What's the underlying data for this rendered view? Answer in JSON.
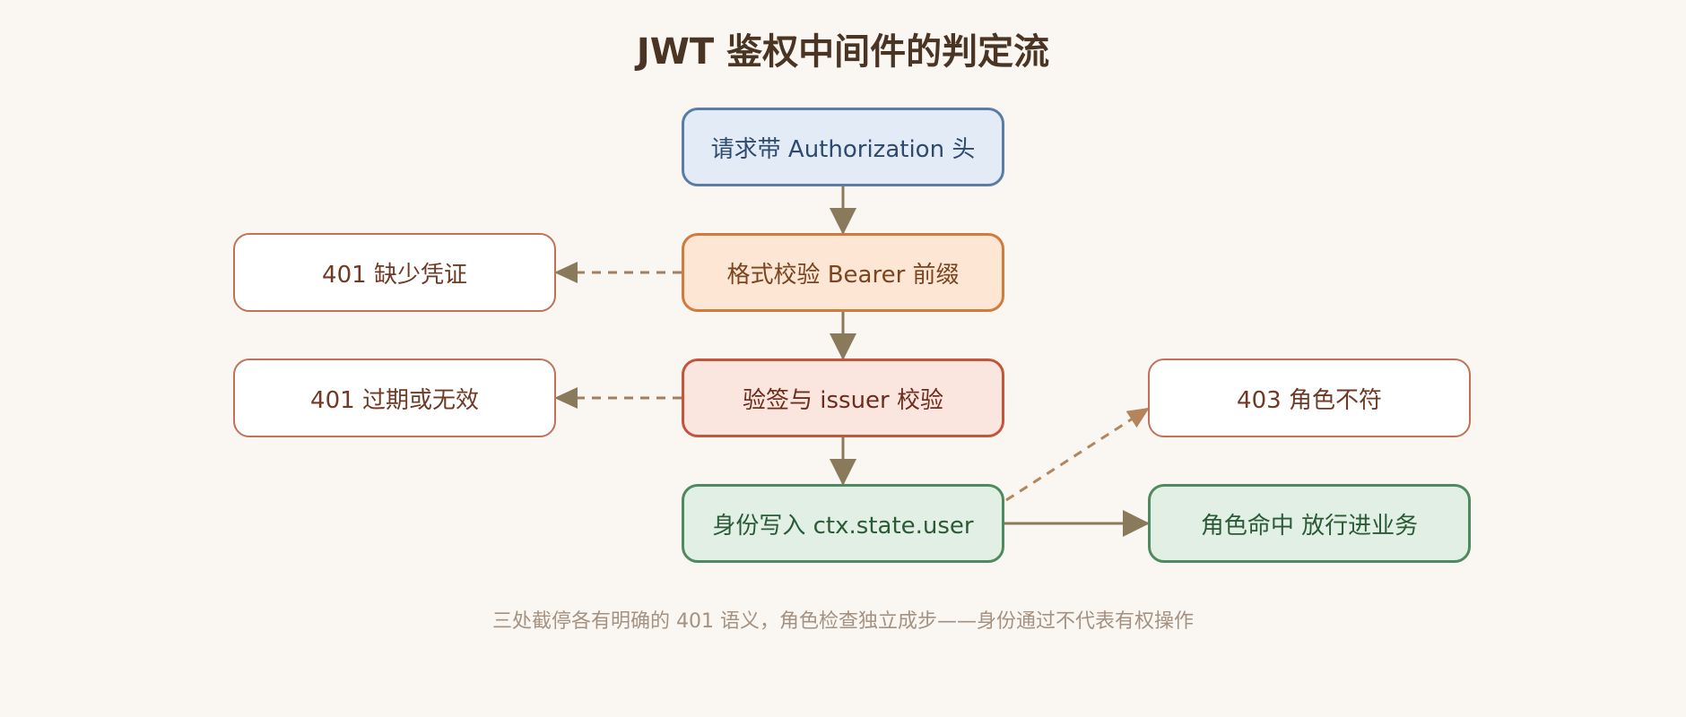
{
  "title": "JWT 鉴权中间件的判定流",
  "nodes": {
    "start": "请求带 Authorization 头",
    "format_check": "格式校验 Bearer 前缀",
    "verify": "验签与 issuer 校验",
    "identity": "身份写入 ctx.state.user",
    "pass": "角色命中 放行进业务",
    "err_missing": "401 缺少凭证",
    "err_expired": "401 过期或无效",
    "err_role": "403 角色不符"
  },
  "footnote": "三处截停各有明确的 401 语义，角色检查独立成步——身份通过不代表有权操作",
  "colors": {
    "background": "#faf6f1",
    "edge_solid": "#8a7a5c",
    "edge_dashed_reject": "#a08060",
    "edge_dashed_forbidden": "#b5845a"
  }
}
